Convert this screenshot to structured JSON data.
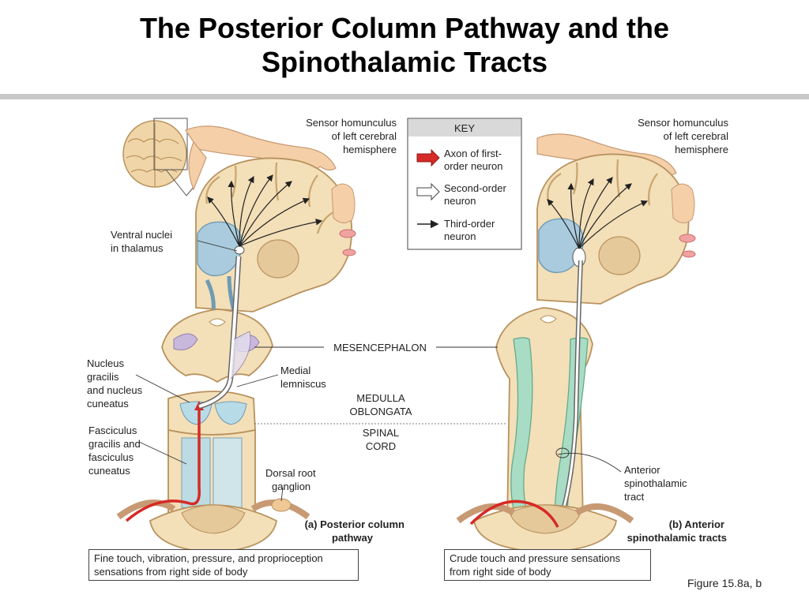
{
  "title": {
    "line1": "The Posterior Column Pathway and the",
    "line2": "Spinothalamic Tracts"
  },
  "key": {
    "heading": "KEY",
    "items": [
      {
        "line1": "Axon of first-",
        "line2": "order neuron",
        "color": "#d62a26"
      },
      {
        "line1": "Second-order",
        "line2": "neuron",
        "color": "#ffffff"
      },
      {
        "line1": "Third-order",
        "line2": "neuron",
        "color": "#000000"
      }
    ]
  },
  "panel_a": {
    "homunculus": [
      "Sensor homunculus",
      "of left cerebral",
      "hemisphere"
    ],
    "thalamus": [
      "Ventral nuclei",
      "in thalamus"
    ],
    "nucleus": [
      "Nucleus",
      "gracilis",
      "and nucleus",
      "cuneatus"
    ],
    "lemniscus": [
      "Medial",
      "lemniscus"
    ],
    "fasciculus": [
      "Fasciculus",
      "gracilis and",
      "fasciculus",
      "cuneatus"
    ],
    "ganglion": [
      "Dorsal root",
      "ganglion"
    ],
    "caption": [
      "(a) Posterior column",
      "pathway"
    ],
    "sensation": [
      "Fine touch, vibration, pressure, and proprioception",
      "sensations from right side of body"
    ]
  },
  "center": {
    "mesencephalon": "MESENCEPHALON",
    "medulla": [
      "MEDULLA",
      "OBLONGATA"
    ],
    "spinal": [
      "SPINAL",
      "CORD"
    ]
  },
  "panel_b": {
    "homunculus": [
      "Sensor homunculus",
      "of left cerebral",
      "hemisphere"
    ],
    "tract": [
      "Anterior",
      "spinothalamic",
      "tract"
    ],
    "caption": [
      "(b) Anterior",
      "spinothalamic tracts"
    ],
    "sensation": [
      "Crude touch and pressure sensations",
      "from right side of body"
    ]
  },
  "figure_ref": "Figure 15.8a, b",
  "colors": {
    "tissue": "#f3dfb8",
    "tissue_edge": "#b8925e",
    "thalamus": "#a9cbdd",
    "first_order": "#d62a26",
    "tract_green": "#a8dcc4",
    "cord_blue": "#b8dbe8",
    "title_rule": "#c8c8c8"
  }
}
